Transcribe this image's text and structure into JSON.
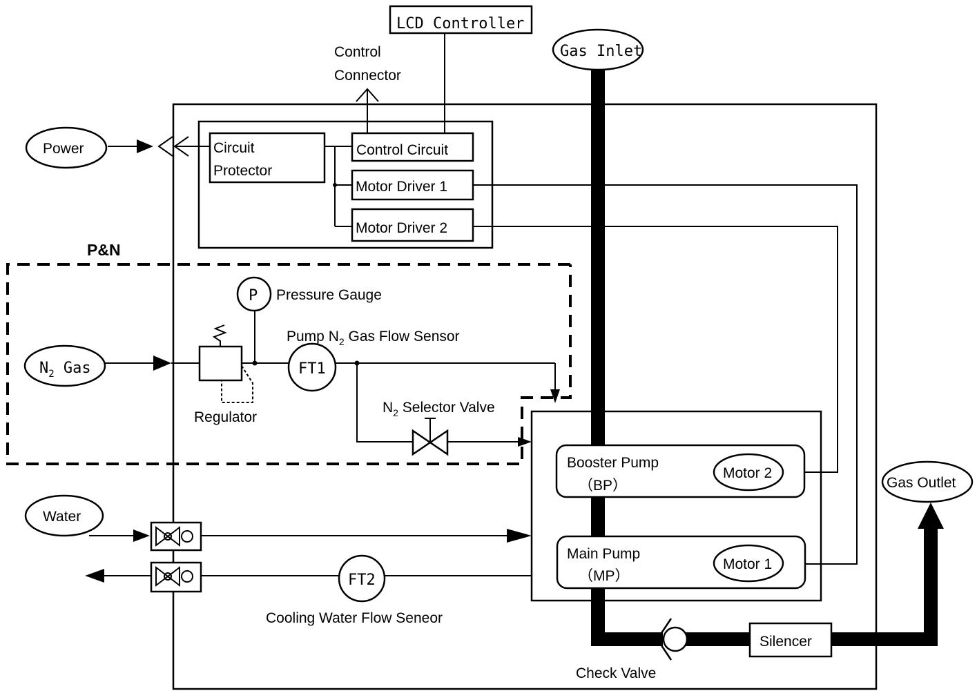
{
  "labels": {
    "lcd_controller": "LCD Controller",
    "gas_inlet": "Gas Inlet",
    "control_connector_line1": "Control",
    "control_connector_line2": "Connector",
    "power": "Power",
    "circuit_protector_line1": "Circuit",
    "circuit_protector_line2": "Protector",
    "control_circuit": "Control Circuit",
    "motor_driver_1": "Motor Driver 1",
    "motor_driver_2": "Motor Driver 2",
    "pn": "P&N",
    "pressure_gauge_symbol": "P",
    "pressure_gauge": "Pressure Gauge",
    "pump_n2_flow_sensor_prefix": "Pump N",
    "pump_n2_flow_sensor_sub": "2",
    "pump_n2_flow_sensor_suffix": " Gas Flow Sensor",
    "n2_gas_prefix": "N",
    "n2_gas_sub": "2",
    "n2_gas_suffix": " Gas",
    "ft1": "FT1",
    "regulator": "Regulator",
    "n2_selector_prefix": "N",
    "n2_selector_sub": "2",
    "n2_selector_suffix": " Selector Valve",
    "booster_pump": "Booster Pump",
    "booster_pump_abbr": "（BP）",
    "motor_2": "Motor 2",
    "gas_outlet": "Gas Outlet",
    "water": "Water",
    "ft2": "FT2",
    "main_pump": "Main Pump",
    "main_pump_abbr": "（MP）",
    "motor_1": "Motor 1",
    "cooling_water_flow_sensor": "Cooling Water Flow Seneor",
    "silencer": "Silencer",
    "check_valve": "Check Valve"
  }
}
